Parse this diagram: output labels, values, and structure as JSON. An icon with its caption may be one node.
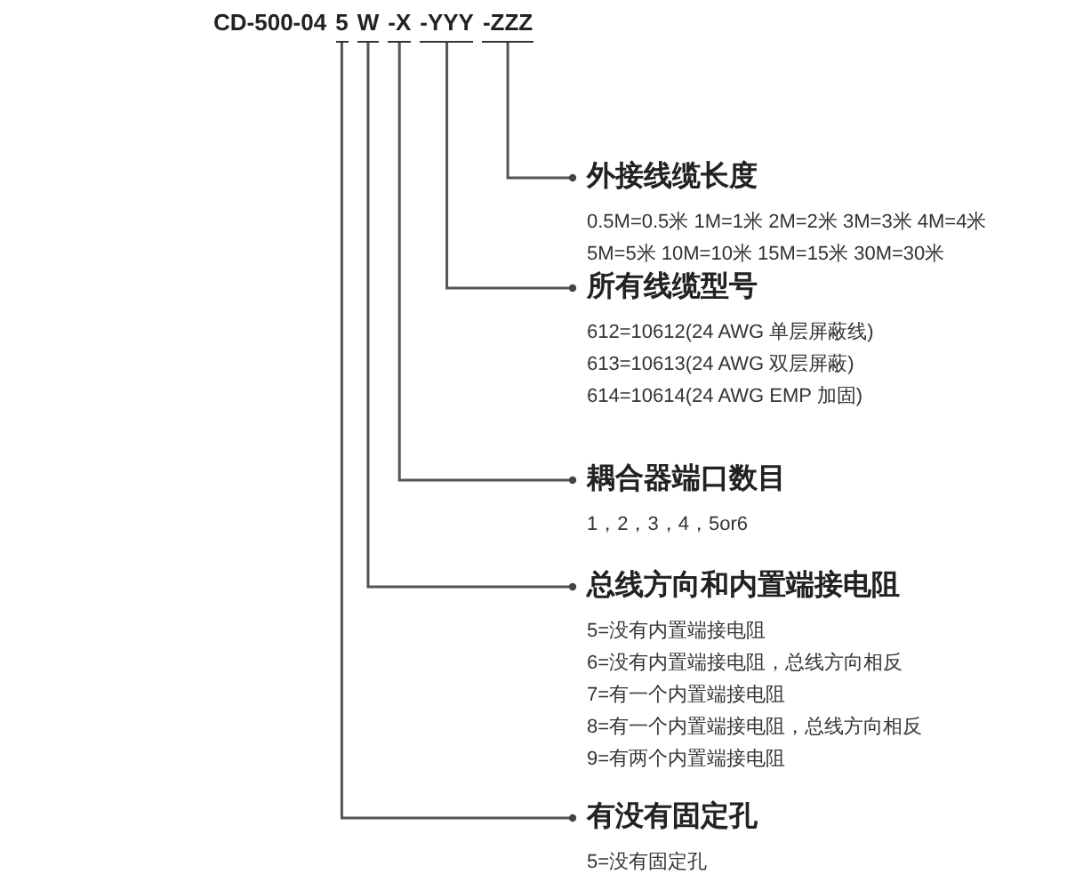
{
  "diagram": {
    "nodes": [
      {
        "text": [
          "5"
        ]
      },
      {
        "text": [
          "W"
        ]
      },
      {
        "text": [
          "-X"
        ]
      },
      {
        "text": [
          "-YYY"
        ]
      },
      {
        "text": [
          "-ZZZ"
        ]
      },
      {
        "text": [
          "外接线缆长度",
          "0.5M=0.5米 1M=1米 2M=2米 3M=3米 4M=4米",
          "5M=5米 10M=10米 15M=15米 30M=30米"
        ]
      },
      {
        "text": [
          "所有线缆型号",
          "612=10612(24 AWG 单层屏蔽线)",
          "613=10613(24 AWG 双层屏蔽)",
          "614=10614(24 AWG EMP 加固)"
        ]
      },
      {
        "text": [
          "耦合器端口数目",
          "1，2，3，4，5or6"
        ]
      },
      {
        "text": [
          "总线方向和内置端接电阻",
          "5=没有内置端接电阻",
          "6=没有内置端接电阻，总线方向相反",
          "7=有一个内置端接电阻",
          "8=有一个内置端接电阻，总线方向相反",
          "9=有两个内置端接电阻"
        ]
      },
      {
        "text": [
          "有没有固定孔",
          "5=没有固定孔"
        ]
      }
    ],
    "edges": [
      {
        "from": 4,
        "to": 5,
        "arrow": "other"
      },
      {
        "from": 3,
        "to": 6,
        "arrow": "other"
      },
      {
        "from": 2,
        "to": 7,
        "arrow": "other"
      },
      {
        "from": 1,
        "to": 8,
        "arrow": "other"
      },
      {
        "from": 0,
        "to": 9,
        "arrow": "other"
      }
    ],
    "labels": [
      "CD-500-04"
    ]
  }
}
